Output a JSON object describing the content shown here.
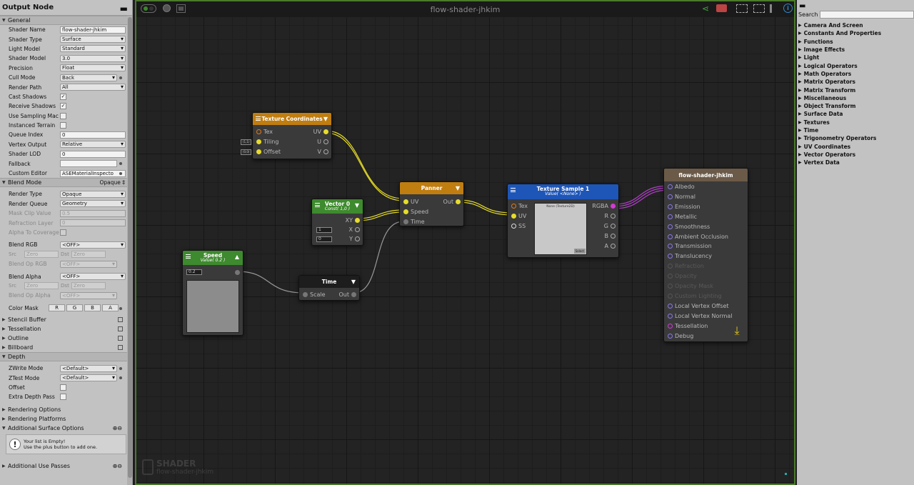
{
  "left_panel": {
    "title": "Output Node",
    "general_label": "General",
    "rows": [
      {
        "label": "Shader Name",
        "value": "flow-shader-jhkim",
        "type": "text"
      },
      {
        "label": "Shader Type",
        "value": "Surface",
        "type": "dropdown"
      },
      {
        "label": "Light Model",
        "value": "Standard",
        "type": "dropdown"
      },
      {
        "label": "Shader Model",
        "value": "3.0",
        "type": "dropdown"
      },
      {
        "label": "Precision",
        "value": "Float",
        "type": "dropdown"
      },
      {
        "label": "Cull Mode",
        "value": "Back",
        "type": "dropdown"
      },
      {
        "label": "Render Path",
        "value": "All",
        "type": "dropdown"
      },
      {
        "label": "Cast Shadows",
        "value": "✓",
        "type": "check"
      },
      {
        "label": "Receive Shadows",
        "value": "✓",
        "type": "check"
      },
      {
        "label": "Use Sampling Mac",
        "value": "",
        "type": "check"
      },
      {
        "label": "Instanced Terrain",
        "value": "",
        "type": "check"
      },
      {
        "label": "Queue Index",
        "value": "0",
        "type": "text"
      },
      {
        "label": "Vertex Output",
        "value": "Relative",
        "type": "dropdown"
      },
      {
        "label": "Shader LOD",
        "value": "0",
        "type": "text"
      },
      {
        "label": "Fallback",
        "value": "",
        "type": "text"
      },
      {
        "label": "Custom Editor",
        "value": "ASEMaterialInspecto",
        "type": "text"
      }
    ],
    "blend_mode": {
      "label": "Blend Mode",
      "value": "Opaque ‡"
    },
    "blend_rows": [
      {
        "label": "Render Type",
        "value": "Opaque"
      },
      {
        "label": "Render Queue",
        "value": "Geometry"
      },
      {
        "label": "Mask Clip Value",
        "value": "0.5"
      },
      {
        "label": "Refraction Layer",
        "value": "0"
      },
      {
        "label": "Alpha To Coverage",
        "value": ""
      }
    ],
    "blend_rgb": {
      "label": "Blend RGB",
      "value": "<OFF>",
      "src": "Src",
      "src_val": "Zero",
      "dst": "Dst",
      "dst_val": "Zero",
      "op_label": "Blend Op RGB",
      "op_val": "<OFF>"
    },
    "blend_alpha": {
      "label": "Blend Alpha",
      "value": "<OFF>",
      "src": "Src",
      "src_val": "Zero",
      "dst": "Dst",
      "dst_val": "Zero",
      "op_label": "Blend Op Alpha",
      "op_val": "<OFF>"
    },
    "color_mask": {
      "label": "Color Mask",
      "channels": [
        "R",
        "G",
        "B",
        "A"
      ]
    },
    "sections": [
      "Stencil Buffer",
      "Tessellation",
      "Outline",
      "Billboard"
    ],
    "depth": {
      "label": "Depth",
      "zwrite_label": "ZWrite Mode",
      "zwrite": "<Default>",
      "ztest_label": "ZTest Mode",
      "ztest": "<Default>",
      "offset_label": "Offset",
      "extra_label": "Extra Depth Pass"
    },
    "bottom_sections": [
      "Rendering Options",
      "Rendering Platforms",
      "Additional Surface Options"
    ],
    "empty_list": {
      "line1": "Your list is Empty!",
      "line2": "Use the plus button to add one."
    },
    "use_passes": "Additional Use Passes"
  },
  "canvas": {
    "title": "flow-shader-jhkim",
    "watermark_title": "SHADER",
    "watermark_sub": "flow-shader-jhkim"
  },
  "nodes": {
    "texcoords": {
      "title": "Texture Coordinates",
      "in": [
        "Tex",
        "Tiling",
        "Offset"
      ],
      "out": [
        "UV",
        "U",
        "V"
      ],
      "tiling_val": "(1,1)",
      "offset_val": "(0,0)"
    },
    "vector0": {
      "title": "Vector 0",
      "sub": "Const( 1,0 )",
      "out": [
        "XY",
        "X",
        "Y"
      ],
      "x_val": "1",
      "y_val": "0"
    },
    "panner": {
      "title": "Panner",
      "in": [
        "UV",
        "Speed",
        "Time"
      ],
      "out": "Out"
    },
    "texsample": {
      "title": "Texture Sample 1",
      "sub": "Value( <None> )",
      "in": [
        "Tex",
        "UV",
        "SS"
      ],
      "out": [
        "RGBA",
        "R",
        "G",
        "B",
        "A"
      ],
      "preview_label": "None (Texture2D)",
      "select": "Select"
    },
    "speed": {
      "title": "Speed",
      "sub": "Value( 0.2 )",
      "value": "0.2"
    },
    "time": {
      "title": "Time",
      "in": "Scale",
      "out": "Out"
    },
    "output": {
      "title": "flow-shader-jhkim",
      "inputs": [
        "Albedo",
        "Normal",
        "Emission",
        "Metallic",
        "Smoothness",
        "Ambient Occlusion",
        "Transmission",
        "Translucency",
        "Refraction",
        "Opacity",
        "Opacity Mask",
        "Custom Lighting",
        "Local Vertex Offset",
        "Local Vertex Normal",
        "Tessellation",
        "Debug"
      ]
    }
  },
  "right_panel": {
    "search_label": "Search",
    "categories": [
      "Camera And Screen",
      "Constants And Properties",
      "Functions",
      "Image Effects",
      "Light",
      "Logical Operators",
      "Math Operators",
      "Matrix Operators",
      "Matrix Transform",
      "Miscellaneous",
      "Object Transform",
      "Surface Data",
      "Textures",
      "Time",
      "Trigonometry Operators",
      "UV Coordinates",
      "Vector Operators",
      "Vertex Data"
    ]
  }
}
